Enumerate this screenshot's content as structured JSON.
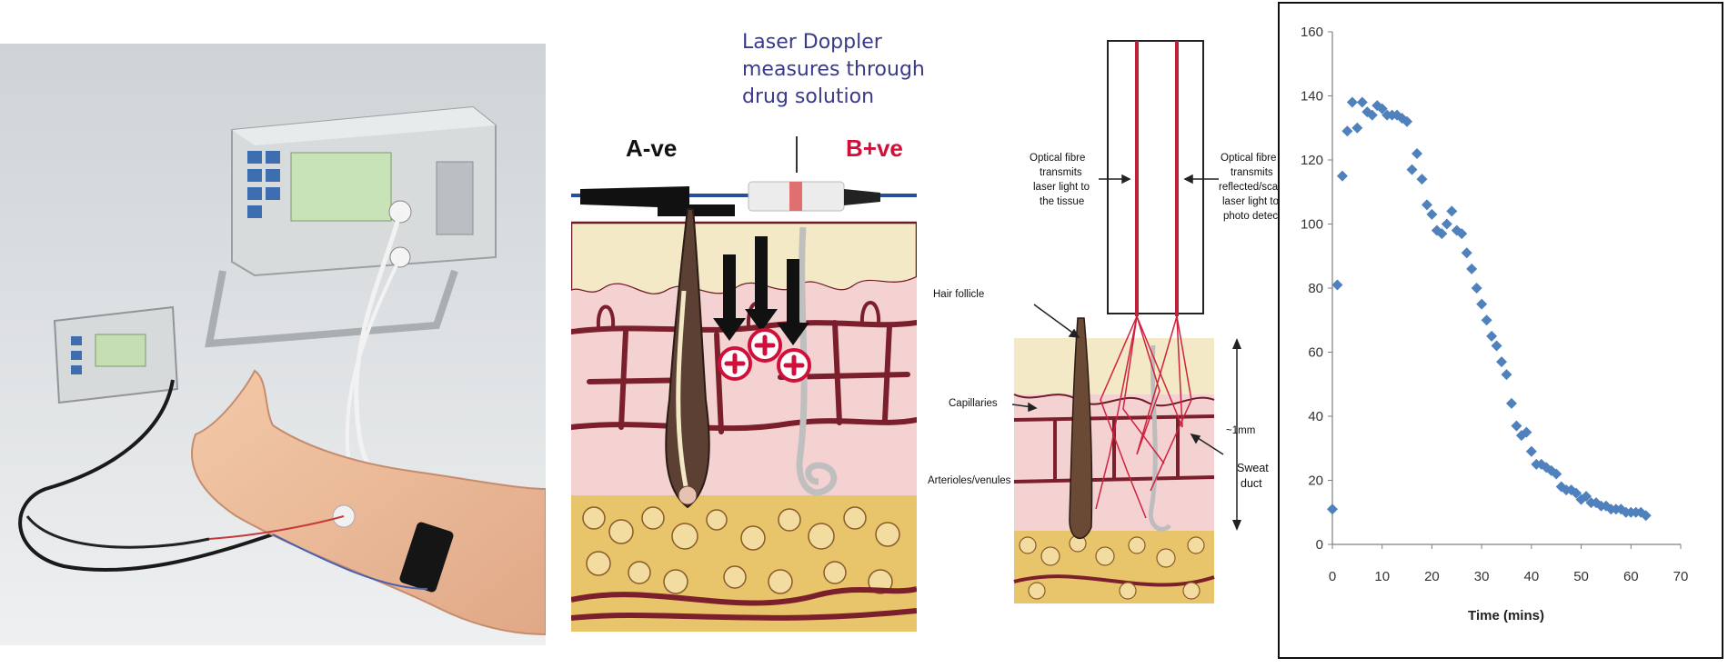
{
  "skin_diagram": {
    "laser_text": [
      "Laser Doppler",
      "measures through",
      "drug solution"
    ],
    "electrode_negative": "A-ve",
    "electrode_positive": "B+ve",
    "colors": {
      "negative": "#111111",
      "positive": "#d0103a",
      "laser_text": "#3a3a8a",
      "epidermis": "#f4e9c7",
      "dermis": "#f5d2d2",
      "vessel": "#7a1f2b",
      "fat": "#e8c46a"
    }
  },
  "fibre_diagram": {
    "left_fibre_text": [
      "Optical fibre",
      "transmits",
      "laser light to",
      "the tissue"
    ],
    "right_fibre_text": [
      "Optical fibre",
      "transmits",
      "reflected/scattered",
      "laser light to a",
      "photo detector"
    ],
    "hair_follicle": "Hair follicle",
    "capillaries": "Capillaries",
    "arterioles": "Arterioles/venules",
    "depth": "~1mm",
    "sweat_duct": [
      "Sweat",
      "duct"
    ]
  },
  "chart_data": {
    "type": "scatter",
    "title": "",
    "xlabel": "Time (mins)",
    "ylabel": "",
    "xlim": [
      0,
      70
    ],
    "ylim": [
      0,
      160
    ],
    "xticks": [
      0,
      10,
      20,
      30,
      40,
      50,
      60,
      70
    ],
    "yticks": [
      0,
      20,
      40,
      60,
      80,
      100,
      120,
      140,
      160
    ],
    "grid": false,
    "marker_color": "#4f81bd",
    "series": [
      {
        "x": [
          0,
          1,
          2,
          3,
          4,
          5,
          6,
          7,
          8,
          9,
          10,
          11,
          12,
          13,
          14,
          15,
          16,
          17,
          18,
          19,
          20,
          21,
          22,
          23,
          24,
          25,
          26,
          27,
          28,
          29,
          30,
          31,
          32,
          33,
          34,
          35,
          36,
          37,
          38,
          39,
          40,
          41,
          42,
          43,
          44,
          45,
          46,
          47,
          48,
          49,
          50,
          51,
          52,
          53,
          54,
          55,
          56,
          57,
          58,
          59,
          60,
          61,
          62,
          63
        ],
        "y": [
          11,
          81,
          115,
          129,
          138,
          130,
          138,
          135,
          134,
          137,
          136,
          134,
          134,
          134,
          133,
          132,
          117,
          122,
          114,
          106,
          103,
          98,
          97,
          100,
          104,
          98,
          97,
          91,
          86,
          80,
          75,
          70,
          65,
          62,
          57,
          53,
          44,
          37,
          34,
          35,
          29,
          25,
          25,
          24,
          23,
          22,
          18,
          17,
          17,
          16,
          14,
          15,
          13,
          13,
          12,
          12,
          11,
          11,
          11,
          10,
          10,
          10,
          10,
          9
        ]
      }
    ]
  }
}
